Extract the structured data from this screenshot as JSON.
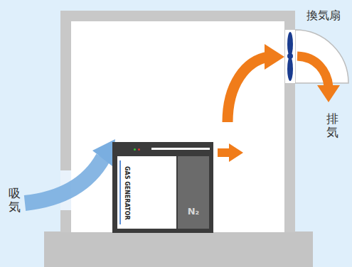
{
  "diagram": {
    "nodes": [
      {
        "text": [
          "GAS GENERATOR",
          "N₂"
        ]
      }
    ],
    "labels": [
      "換気扇",
      "排気",
      "吸気"
    ]
  }
}
